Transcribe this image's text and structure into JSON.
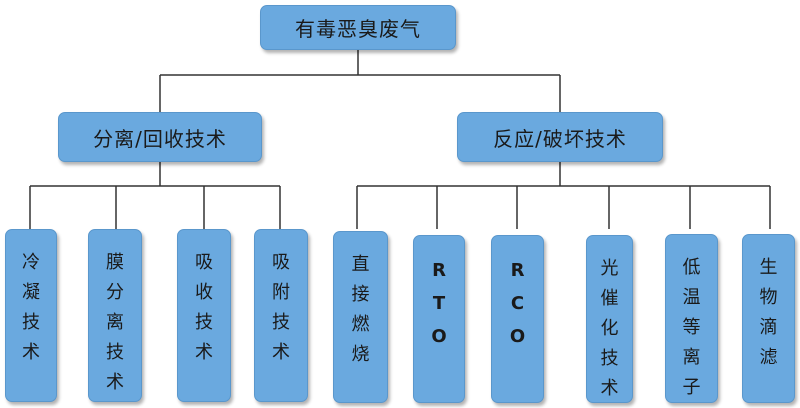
{
  "diagram": {
    "root": "有毒恶臭废气",
    "branches": [
      {
        "label": "分离/回收技术",
        "leaves": [
          "冷凝技术",
          "膜分离技术",
          "吸收技术",
          "吸附技术"
        ]
      },
      {
        "label": "反应/破坏技术",
        "leaves": [
          "直接燃烧",
          "RTO",
          "RCO",
          "光催化技术",
          "低温等离子",
          "生物滴滤"
        ]
      }
    ]
  },
  "colors": {
    "box_fill": "#6aa9df",
    "connector": "#333333"
  }
}
